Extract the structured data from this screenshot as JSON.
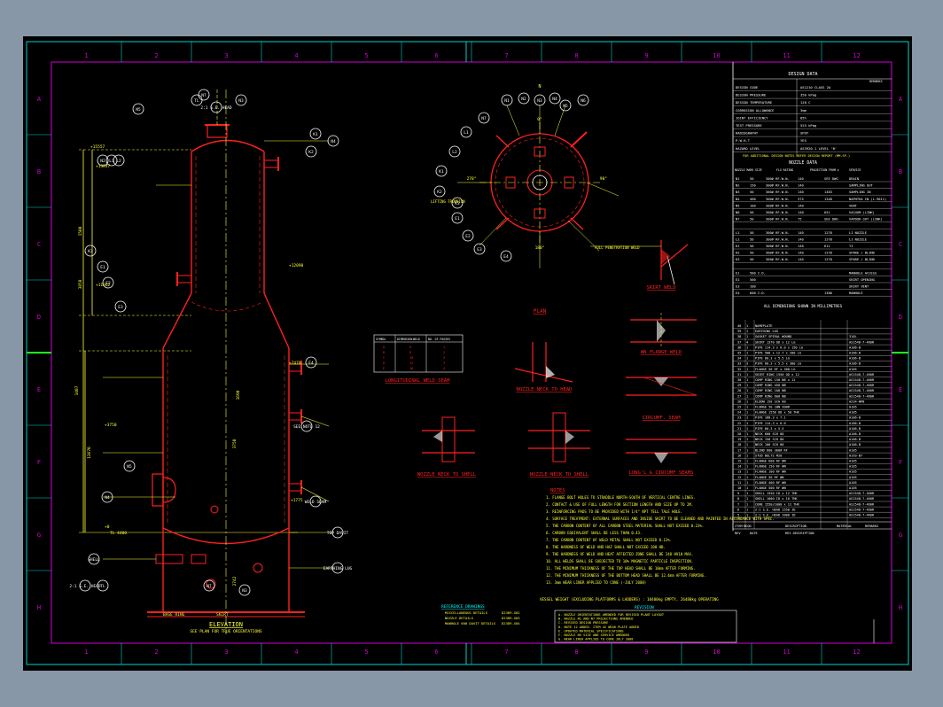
{
  "grid": {
    "cols": [
      "1",
      "2",
      "3",
      "4",
      "5",
      "6",
      "7",
      "8",
      "9",
      "10",
      "11",
      "12"
    ],
    "rows": [
      "A",
      "B",
      "C",
      "D",
      "E",
      "F",
      "G",
      "H"
    ]
  },
  "views": {
    "elevation": "ELEVATION",
    "elevation_sub": "SEE PLAN FOR TRUE ORIENTATIONS",
    "plan": "PLAN",
    "skirt": "SKIRT WELD",
    "long_seam": "LONGITUDINAL WELD SEAM",
    "nozzle_neck": "NOZZLE NECK TO HEAD",
    "flange": "WN FLANGE WELD",
    "nozzle_shell": "NOZZLE NECK TO SHELL",
    "nozzle_shell2": "NOZZLE NECK TO SHELL",
    "circ": "CIRCUMF. SEAM",
    "long_circ": "LONG'L & CIRCUMF SEAMS"
  },
  "design_data": {
    "title": "DESIGN DATA",
    "remarks": "REMARKS",
    "rows": [
      [
        "DESIGN CODE",
        "AS1210 CLASS 2A"
      ],
      [
        "DESIGN PRESSURE",
        "350 kPag"
      ],
      [
        "DESIGN TEMPERATURE",
        "120 C"
      ],
      [
        "CORROSION ALLOWANCE",
        "3mm"
      ],
      [
        "JOINT EFFICIENCY",
        "85%"
      ],
      [
        "TEST PRESSURE",
        "525 kPag"
      ],
      [
        "RADIOGRAPHY",
        "SPOT"
      ],
      [
        "P.W.H.T",
        "YES"
      ],
      [
        "HAZARD LEVEL",
        "AS3920.1 LEVEL 'B'"
      ]
    ],
    "note": "FOR ADDITIONAL DESIGN NOTES REFER DESIGN REPORT (MM-SP-)"
  },
  "nozzle_data": {
    "title": "NOZZLE DATA",
    "headers": [
      "NOZZLE MARK",
      "SIZE",
      "FLG RATING",
      "PROJECTION FROM ¢",
      "SERVICE"
    ],
    "rows": [
      [
        "N1",
        "50",
        "300# RF.W.N.",
        "140",
        "SEE DWG",
        "DRAIN"
      ],
      [
        "N2",
        "150",
        "300# RF.W.N.",
        "140",
        "",
        "SAMPLING OUT"
      ],
      [
        "N3",
        "50",
        "300# RF.W.N.",
        "140",
        "1483",
        "SAMPLING IN"
      ],
      [
        "N4",
        "400",
        "300# RF.W.N.",
        "375",
        "1348",
        "NAPHTHA IN (L-9011)"
      ],
      [
        "N5",
        "100",
        "300# RF.W.N.",
        "140",
        "",
        "VENT"
      ],
      [
        "N6",
        "50",
        "300# RF.W.N.",
        "140",
        "651",
        "VACUUM (LINK)"
      ],
      [
        "N7",
        "50",
        "300# RF.W.N.",
        "75",
        "SEE DWG",
        "VAPOUR OUT (LINK)"
      ],
      [
        "",
        "",
        "",
        "",
        "",
        ""
      ],
      [
        "L1",
        "50",
        "300# RF.W.N.",
        "140",
        "1278",
        "LI NOZZLE"
      ],
      [
        "L2",
        "50",
        "300# RF.W.N.",
        "140",
        "1278",
        "LI NOZZLE"
      ],
      [
        "K1",
        "50",
        "300# RF.W.N.",
        "140",
        "611",
        "TI"
      ],
      [
        "K2",
        "50",
        "300# RF.W.N.",
        "140",
        "1278",
        "SPARE / BLIND"
      ],
      [
        "K3",
        "50",
        "300# RF.W.N.",
        "140",
        "1278",
        "SPARE / BLIND"
      ],
      [
        "",
        "",
        "",
        "",
        "",
        ""
      ],
      [
        "E1",
        "500 I.D.",
        "",
        "",
        "",
        "MANHOLE ACCESS"
      ],
      [
        "E2",
        "500",
        "",
        "",
        "",
        "SKIRT OPENING"
      ],
      [
        "E3",
        "100",
        "",
        "",
        "",
        "SKIRT VENT"
      ],
      [
        "E4",
        "600 I.D.",
        "",
        "",
        "1380",
        "MANHOLE"
      ]
    ]
  },
  "bom": {
    "title": "ALL DIMENSIONS SHOWN IN MILLIMETRES",
    "rows": [
      [
        "40",
        "1",
        "NAMEPLATE",
        "",
        ""
      ],
      [
        "39",
        "1",
        "EARTHING LUG",
        "",
        ""
      ],
      [
        "38",
        "1",
        "GASKET SPIRAL WOUND",
        "",
        "316L"
      ],
      [
        "37",
        "4",
        "SKIRT 1370 OD x 12 LG",
        "",
        "AS1548-7-460R"
      ],
      [
        "36",
        "1",
        "PIPE 114.3 x 6.0 x 150 LG",
        "",
        "A106-B"
      ],
      [
        "35",
        "1",
        "PIPE 508 x 12.7 x 200 LG",
        "",
        "A106-B"
      ],
      [
        "34",
        "1",
        "PIPE 60.3 x 5.5 LG",
        "",
        "A106-B"
      ],
      [
        "33",
        "3",
        "PIPE 60.3 x 5.5 x 300 LG",
        "",
        "A106-B"
      ],
      [
        "32",
        "1",
        "FLANGE 50 RF x 300 LG",
        "",
        "A105"
      ],
      [
        "31",
        "1",
        "SKIRT RING 1550 OD x 12",
        "",
        "AS1548-7-460R"
      ],
      [
        "30",
        "1",
        "COMP RING 150 NB x 12",
        "",
        "AS1548-7-460R"
      ],
      [
        "29",
        "1",
        "COMP RING 450 NB",
        "",
        "AS1548-7-460R"
      ],
      [
        "28",
        "1",
        "COMP RING 100 NB",
        "",
        "AS1548-7-460R"
      ],
      [
        "27",
        "1",
        "COMP RING 600 NB",
        "",
        "AS1548-7-460R"
      ],
      [
        "26",
        "1",
        "ELBOW 150 SCH 80",
        "",
        "A234-WPB"
      ],
      [
        "25",
        "1",
        "FLANGE 50 LWN 300#",
        "",
        "A105"
      ],
      [
        "24",
        "1",
        "FLANGE 1550 OD x 50 THK",
        "",
        "A105"
      ],
      [
        "23",
        "1",
        "PIPE 168.3 x 7.1",
        "",
        "A106-B"
      ],
      [
        "22",
        "1",
        "PIPE 114.3 x 6.0",
        "",
        "A106-B"
      ],
      [
        "21",
        "1",
        "PIPE 60.3 x 5.5",
        "",
        "A106-B"
      ],
      [
        "20",
        "1",
        "NECK 600 SCH 80",
        "",
        "A106-B"
      ],
      [
        "19",
        "1",
        "NECK 150 SCH 80",
        "",
        "A106-B"
      ],
      [
        "18",
        "1",
        "NECK 100 SCH 80",
        "",
        "A106-B"
      ],
      [
        "17",
        "1",
        "BLIND 600 300# RF",
        "",
        "A105"
      ],
      [
        "16",
        "1",
        "STUD BOLTS M20",
        "",
        "A193-B7"
      ],
      [
        "15",
        "1",
        "FLANGE 600 RF WN",
        "",
        "A105"
      ],
      [
        "14",
        "1",
        "FLANGE 150 RF WN",
        "",
        "A105"
      ],
      [
        "13",
        "1",
        "FLANGE 100 RF WN",
        "",
        "A105"
      ],
      [
        "12",
        "1",
        "FLANGE 50 RF WN",
        "",
        "A105"
      ],
      [
        "11",
        "1",
        "FLANGE 400 RF WN",
        "",
        "A105"
      ],
      [
        "10",
        "1",
        "FLANGE 500 RF WN",
        "",
        "A105"
      ],
      [
        "9",
        "1",
        "SHELL 1550 ID x 12 THK",
        "",
        "AS1548-7-460R"
      ],
      [
        "8",
        "1",
        "SHELL 1000 ID x 10 THK",
        "",
        "AS1548-7-460R"
      ],
      [
        "7",
        "1",
        "CONE 1550/1000 x 12 THK",
        "",
        "AS1548-7-460R"
      ],
      [
        "6",
        "1",
        "2:1 S.E. HEAD 1550 ID",
        "",
        "AS1548-7-460R"
      ],
      [
        "5",
        "1",
        "2:1 S.E. HEAD 1000 ID",
        "",
        "AS1548-7-460R"
      ]
    ],
    "footer": [
      "ITEM",
      "REQD",
      "DESCRIPTION",
      "MATERIAL",
      "REMARKS"
    ],
    "part_desc": "PART DESCRIPTION"
  },
  "weld_table": {
    "headers": [
      "SYMBOL",
      "DIMENSION",
      "WELD",
      "NO. OF PASSES"
    ],
    "rows": [
      [
        "A",
        "6",
        "1"
      ],
      [
        "B",
        "8",
        "2"
      ],
      [
        "C",
        "10",
        "3"
      ],
      [
        "D",
        "12",
        "3"
      ],
      [
        "E",
        "16",
        "4"
      ]
    ]
  },
  "notes": {
    "title": "NOTES",
    "items": [
      "1. FLANGE BOLT HOLES TO STRADDLE NORTH-SOUTH OF VERTICAL CENTRE LINES.",
      "2. CONTACT & USE OF FULL LENGTH FOR SECTION LENGTH AND SIZE UP TO 2M.",
      "3. REINFORCING PADS TO BE PROVIDED WITH 1/4\" NPT TELL TALE HOLE.",
      "4. SURFACE TREATMENT: EXTERNAL SURFACES AND INSIDE SKIRT TO BE CLEANED AND PAINTED IN ACCORDANCE WITH SPEC.",
      "5. THE CARBON CONTENT OF ALL CARBON STEEL MATERIAL SHALL NOT EXCEED 0.23%.",
      "6. CARBON EQUIVALENT SHALL BE LESS THAN 0.43.",
      "7. THE CARBON CONTENT OF WELD METAL SHALL NOT EXCEED 0.12%.",
      "8. THE HARDNESS OF WELD AND HAZ SHALL NOT EXCEED 200 HB.",
      "9. THE HARDNESS OF WELD AND HEAT AFFECTED ZONE SHALL BE 248 HV10 MAX.",
      "10. ALL WELDS SHALL BE SUBJECTED TO 10% MAGNETIC PARTICLE INSPECTION.",
      "11. THE MINIMUM THICKNESS OF THE TOP HEAD SHALL BE 10mm AFTER FORMING.",
      "12. THE MINIMUM THICKNESS OF THE BOTTOM HEAD SHALL BE 12.4mm AFTER FORMING.",
      "13. 3mm WEAR LINER APPLIED TO CONE (-JULY 2008)"
    ],
    "weights": "VESSEL WEIGHT (EXCLUDING PLATFORMS & LADDERS) : 10400kg EMPTY, 26480kg OPERATING"
  },
  "references": {
    "title": "REFERENCE DRAWINGS",
    "items": [
      [
        "MISCELLANEOUS DETAILS",
        "D2389-X02"
      ],
      [
        "NOZZLE DETAILS",
        "D2389-X03"
      ],
      [
        "MANHOLE 600 DAVIT DETAILS",
        "D2389-X04"
      ]
    ]
  },
  "revision": {
    "title": "REVISION",
    "items": [
      "A. NOZZLE ORIENTATIONS AMENDED FOR REVISED PLANT LAYOUT",
      "B. NOZZLE N1 AND N7 PROJECTIONS AMENDED",
      "C. REVISED DESIGN PRESSURE",
      "D. NOTE 12 ADDED. ITEM 42 WEAR PLATE ADDED",
      "E. UPDATED MATERIAL SPECIFICATIONS",
      "F. NOZZLE N5 SIZE AND SERVICE AMENDED",
      "G. WEAR LINER APPLIED TO CONE JULY 2008"
    ],
    "footer": [
      "REV",
      "DATE",
      "REV DESCRIPTION"
    ]
  },
  "elevation_labels": {
    "dims": [
      "1500",
      "3858",
      "1407",
      "13670",
      "3750",
      "1690",
      "2742"
    ],
    "elevs": [
      "+15557",
      "+13847",
      "+12090",
      "+11362",
      "+7470",
      "+3750",
      "+1775",
      "+0"
    ],
    "callouts": [
      "2:1 S.E. HEAD",
      "TL",
      "N7",
      "N3",
      "N5",
      "N4",
      "N2",
      "L1",
      "L2",
      "K1",
      "K2",
      "K3",
      "E1",
      "E2",
      "E3",
      "E4",
      "SEE NOTE 12",
      "WELD SEAM",
      "TOP DAVIT",
      "EARTHING LUG",
      "SHELL"
    ],
    "base": [
      "TL 4400",
      "BASE RING",
      "SKIRT"
    ]
  },
  "plan_labels": [
    "N1",
    "N2",
    "N3",
    "N4",
    "N5",
    "N6",
    "N7",
    "L1",
    "L2",
    "K1",
    "K2",
    "K3",
    "E1",
    "E2",
    "E3",
    "E4",
    "0°",
    "90°",
    "180°",
    "270°",
    "N",
    "LIFTING TRUNNION",
    "FULL PENETRATION WELD"
  ],
  "colors": {
    "frame": "#d400d4",
    "outer": "#00d0d0",
    "main": "#ff2020",
    "dim": "#ffff30",
    "table": "#ffffff",
    "green": "#20ff20",
    "accent": "#00ffff"
  }
}
